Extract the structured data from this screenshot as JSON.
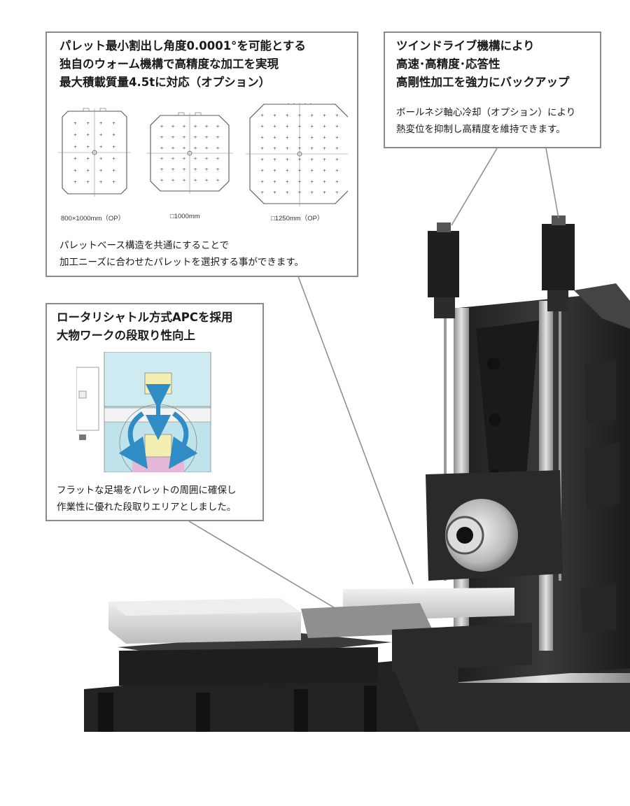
{
  "callouts": {
    "pallet": {
      "lines": [
        "パレット最小割出し角度0.0001°を可能とする",
        "独自のウォーム機構で高精度な加工を実現",
        "最大積載質量4.5tに対応（オプション）"
      ],
      "captions": [
        "800×1000mm（OP）",
        "□1000mm",
        "□1250mm（OP）"
      ],
      "body": [
        "パレットベース構造を共通にすることで",
        "加工ニーズに合わせたパレットを選択する事ができます。"
      ]
    },
    "twin_drive": {
      "lines": [
        "ツインドライブ機構により",
        "高速･高精度･応答性",
        "高剛性加工を強力にバックアップ"
      ],
      "body": [
        "ボールネジ軸心冷却（オプション）により",
        "熱変位を抑制し高精度を維持できます。"
      ]
    },
    "apc": {
      "lines": [
        "ロータリシャトル方式APCを採用",
        "大物ワークの段取り性向上"
      ],
      "body": [
        "フラットな足場をパレットの周囲に確保し",
        "作業性に優れた段取りエリアとしました。"
      ]
    }
  },
  "colors": {
    "border": "#8a8a8a",
    "machine": "#2e2e2e",
    "apc_blue": "#2f8cc4",
    "apc_cyan": "#bfe3ea",
    "apc_yellow": "#f4eeb0",
    "apc_pink": "#e6b7d6"
  },
  "icons": [
    "arrow-double-vertical-icon",
    "arrow-rotate-left-icon",
    "arrow-rotate-right-icon"
  ]
}
